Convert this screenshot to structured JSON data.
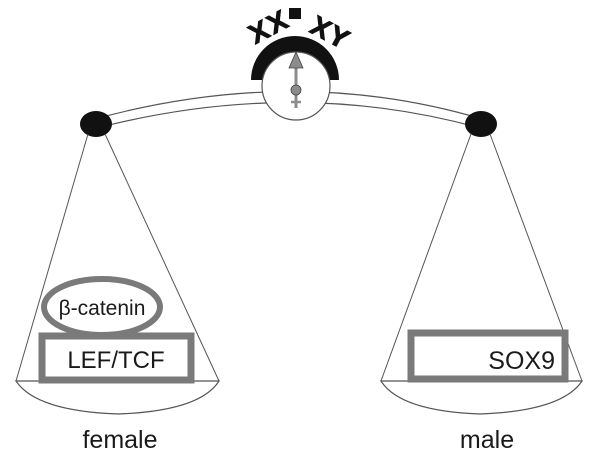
{
  "diagram": {
    "karyotype_left": "XX",
    "karyotype_right": "XY",
    "left_pan": {
      "upper_factor": "β-catenin",
      "lower_factor": "LEF/TCF",
      "caption": "female"
    },
    "right_pan": {
      "factor": "SOX9",
      "caption": "male"
    },
    "colors": {
      "line": "#444444",
      "box_outline": "#7a7a7a",
      "pivot": "#111111",
      "indicator": "#8c8c8c"
    }
  }
}
